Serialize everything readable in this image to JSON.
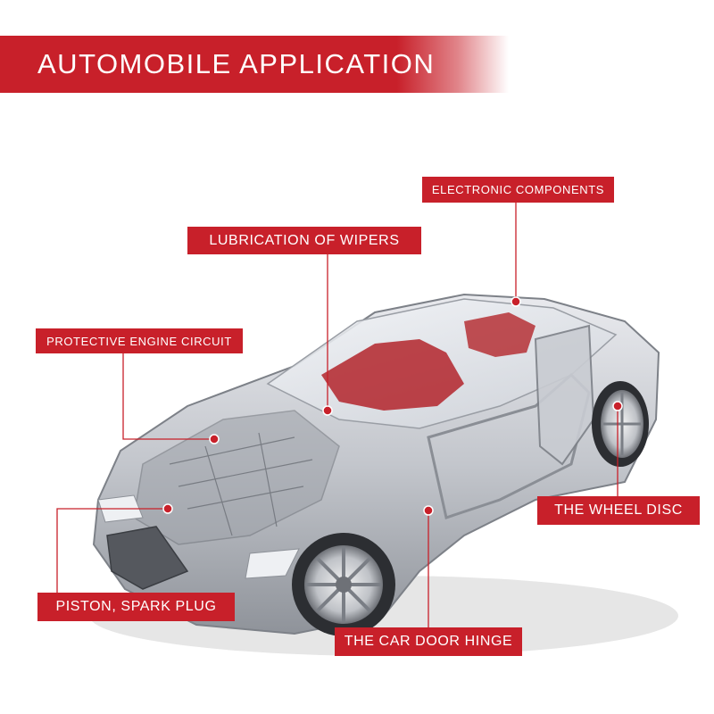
{
  "banner": {
    "title": "AUTOMOBILE APPLICATION"
  },
  "labels": {
    "electronic": "ELECTRONIC COMPONENTS",
    "wipers": "LUBRICATION OF WIPERS",
    "engine": "PROTECTIVE ENGINE CIRCUIT",
    "wheel": "THE WHEEL DISC",
    "piston": "PISTON, SPARK PLUG",
    "door": "THE CAR DOOR HINGE"
  },
  "colors": {
    "accent": "#c8202a",
    "car_body": "#b9bcc2",
    "interior": "#b3252b"
  }
}
